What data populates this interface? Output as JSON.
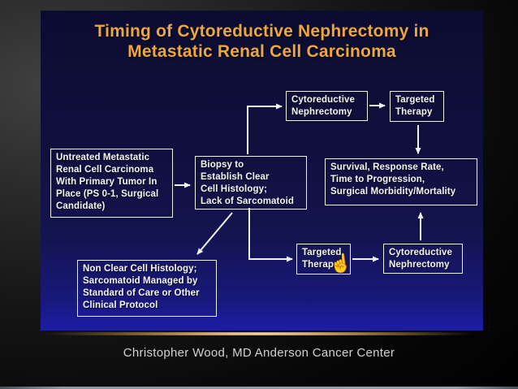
{
  "slide": {
    "title": "Timing of Cytoreductive Nephrectomy in\nMetastatic Renal Cell Carcinoma"
  },
  "flowchart": {
    "type": "flowchart",
    "nodes": {
      "untreated": {
        "label": "Untreated Metastatic\nRenal Cell Carcinoma\nWith Primary Tumor In\nPlace (PS 0-1, Surgical\nCandidate)"
      },
      "biopsy": {
        "label": "Biopsy to\nEstablish Clear\nCell Histology;\nLack of Sarcomatoid"
      },
      "cyto_top": {
        "label": "Cytoreductive\nNephrectomy"
      },
      "targeted_top": {
        "label": "Targeted\nTherapy"
      },
      "survival": {
        "label": "Survival, Response Rate,\nTime to Progression,\nSurgical Morbidity/Mortality"
      },
      "targeted_bottom": {
        "label": "Targeted\nTherapy"
      },
      "cyto_bottom": {
        "label": "Cytoreductive\nNephrectomy"
      },
      "nonclear": {
        "label": "Non Clear Cell Histology;\nSarcomatoid Managed by\nStandard of Care or Other\nClinical Protocol"
      }
    },
    "edges": [
      {
        "from": "untreated",
        "to": "biopsy"
      },
      {
        "from": "biopsy",
        "to": "cyto_top"
      },
      {
        "from": "cyto_top",
        "to": "targeted_top"
      },
      {
        "from": "targeted_top",
        "to": "survival"
      },
      {
        "from": "biopsy",
        "to": "targeted_bottom"
      },
      {
        "from": "biopsy",
        "to": "nonclear"
      },
      {
        "from": "targeted_bottom",
        "to": "cyto_bottom"
      },
      {
        "from": "cyto_bottom",
        "to": "survival"
      }
    ]
  },
  "cursor": {
    "icon": "hand-pointer",
    "glyph": "☝"
  },
  "footer": {
    "attribution": "Christopher Wood, MD Anderson Cancer Center"
  },
  "colors": {
    "title_orange": "#eda73f",
    "slide_navy_top": "#0c0c31",
    "slide_navy_bottom": "#1d1da6",
    "box_border_white": "#eef0f2",
    "gold_accent": "#caa35c",
    "attribution_gray": "#d2d2d2"
  }
}
